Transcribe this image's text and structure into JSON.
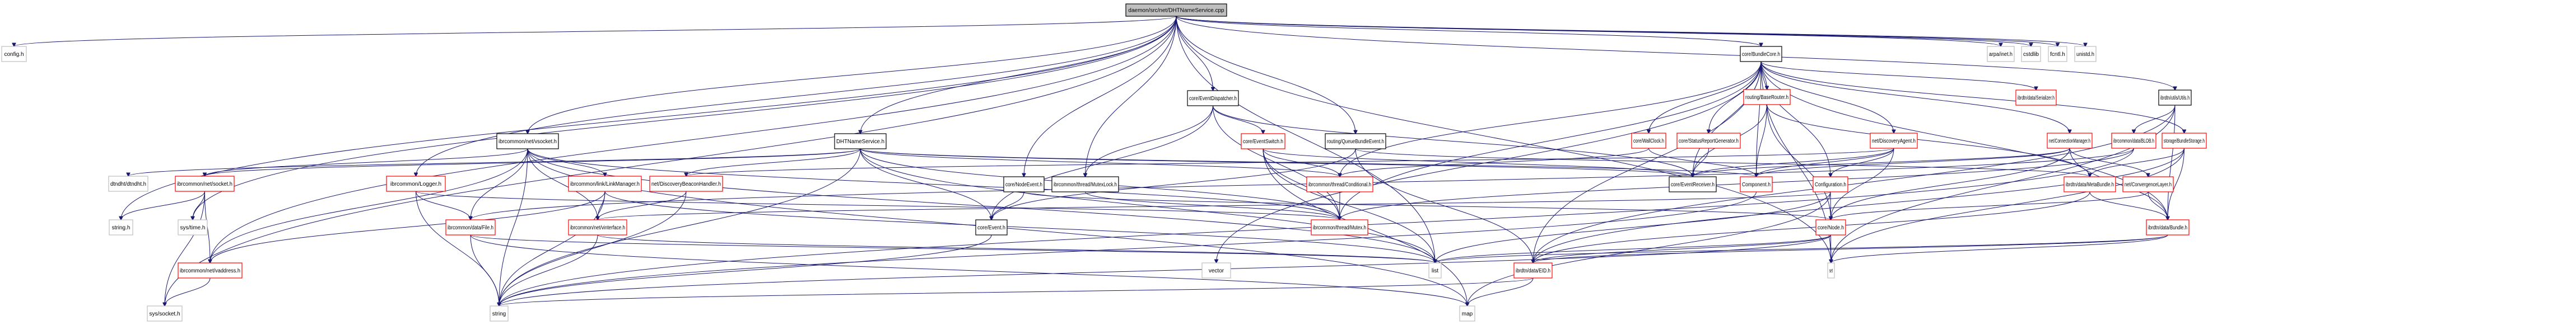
{
  "graph_title": "daemon/src/net/DHTNameService.cpp",
  "colors": {
    "edge": "#191970",
    "root_fill": "#bfbfbf",
    "documented_border": "#000000",
    "undocumented_border": "#ff0000",
    "external_border": "#bfbfbf"
  },
  "nodes": [
    {
      "id": "root",
      "label": "daemon/src/net/DHTNameService.cpp",
      "kind": "root"
    },
    {
      "id": "config",
      "label": "config.h",
      "kind": "external"
    },
    {
      "id": "dhtnsh",
      "label": "DHTNameService.h",
      "kind": "documented"
    },
    {
      "id": "vsocket",
      "label": "ibrcommon/net/vsocket.h",
      "kind": "documented"
    },
    {
      "id": "dtndht",
      "label": "dtndht/dtndht.h",
      "kind": "external"
    },
    {
      "id": "socket",
      "label": "ibrcommon/net/socket.h",
      "kind": "truncated"
    },
    {
      "id": "logger",
      "label": "ibrcommon/Logger.h",
      "kind": "truncated"
    },
    {
      "id": "linkmgr",
      "label": "ibrcommon/link/LinkManager.h",
      "kind": "truncated"
    },
    {
      "id": "dbh",
      "label": "net/DiscoveryBeaconHandler.h",
      "kind": "truncated"
    },
    {
      "id": "stringh",
      "label": "string.h",
      "kind": "external"
    },
    {
      "id": "systime",
      "label": "sys/time.h",
      "kind": "external"
    },
    {
      "id": "file",
      "label": "ibrcommon/data/File.h",
      "kind": "truncated"
    },
    {
      "id": "vinterface",
      "label": "ibrcommon/net/vinterface.h",
      "kind": "truncated"
    },
    {
      "id": "vaddress",
      "label": "ibrcommon/net/vaddress.h",
      "kind": "truncated"
    },
    {
      "id": "syssocket",
      "label": "sys/socket.h",
      "kind": "external"
    },
    {
      "id": "string",
      "label": "string",
      "kind": "external"
    },
    {
      "id": "evdisp",
      "label": "core/EventDispatcher.h",
      "kind": "documented"
    },
    {
      "id": "evswitch",
      "label": "core/EventSwitch.h",
      "kind": "truncated"
    },
    {
      "id": "qbe",
      "label": "routing/QueueBundleEvent.h",
      "kind": "documented"
    },
    {
      "id": "nodeevent",
      "label": "core/NodeEvent.h",
      "kind": "documented"
    },
    {
      "id": "mutexlock",
      "label": "ibrcommon/thread/MutexLock.h",
      "kind": "documented"
    },
    {
      "id": "conditional",
      "label": "ibrcommon/thread/Conditional.h",
      "kind": "truncated"
    },
    {
      "id": "event",
      "label": "core/Event.h",
      "kind": "documented"
    },
    {
      "id": "mutex",
      "label": "ibrcommon/thread/Mutex.h",
      "kind": "truncated"
    },
    {
      "id": "vector",
      "label": "vector",
      "kind": "external"
    },
    {
      "id": "list",
      "label": "list",
      "kind": "external"
    },
    {
      "id": "map",
      "label": "map",
      "kind": "external"
    },
    {
      "id": "eid",
      "label": "ibrdtn/data/EID.h",
      "kind": "truncated"
    },
    {
      "id": "bundlecore",
      "label": "core/BundleCore.h",
      "kind": "documented"
    },
    {
      "id": "arpa",
      "label": "arpa/inet.h",
      "kind": "external"
    },
    {
      "id": "cstdlib",
      "label": "cstdlib",
      "kind": "external"
    },
    {
      "id": "fcntl",
      "label": "fcntl.h",
      "kind": "external"
    },
    {
      "id": "unistd",
      "label": "unistd.h",
      "kind": "external"
    },
    {
      "id": "baserouter",
      "label": "routing/BaseRouter.h",
      "kind": "truncated"
    },
    {
      "id": "wallclock",
      "label": "core/WallClock.h",
      "kind": "truncated"
    },
    {
      "id": "srg",
      "label": "core/StatusReportGenerator.h",
      "kind": "truncated"
    },
    {
      "id": "discagent",
      "label": "net/DiscoveryAgent.h",
      "kind": "truncated"
    },
    {
      "id": "serializer",
      "label": "ibrdtn/data/Serializer.h",
      "kind": "truncated"
    },
    {
      "id": "connmgr",
      "label": "net/ConnectionManager.h",
      "kind": "truncated"
    },
    {
      "id": "utils",
      "label": "ibrdtn/utils/Utils.h",
      "kind": "documented"
    },
    {
      "id": "blob",
      "label": "ibrcommon/data/BLOB.h",
      "kind": "truncated"
    },
    {
      "id": "bstorage",
      "label": "storage/BundleStorage.h",
      "kind": "truncated"
    },
    {
      "id": "evreceiver",
      "label": "core/EventReceiver.h",
      "kind": "documented"
    },
    {
      "id": "component",
      "label": "Component.h",
      "kind": "truncated"
    },
    {
      "id": "configuration",
      "label": "Configuration.h",
      "kind": "truncated"
    },
    {
      "id": "metabundle",
      "label": "ibrdtn/data/MetaBundle.h",
      "kind": "truncated"
    },
    {
      "id": "convlayer",
      "label": "net/ConvergenceLayer.h",
      "kind": "truncated"
    },
    {
      "id": "corenode",
      "label": "core/Node.h",
      "kind": "truncated"
    },
    {
      "id": "bundle",
      "label": "ibrdtn/data/Bundle.h",
      "kind": "truncated"
    },
    {
      "id": "set",
      "label": "set",
      "kind": "external"
    }
  ],
  "edges": [
    [
      "root",
      "config"
    ],
    [
      "root",
      "dhtnsh"
    ],
    [
      "root",
      "vsocket"
    ],
    [
      "root",
      "logger"
    ],
    [
      "root",
      "evdisp"
    ],
    [
      "root",
      "qbe"
    ],
    [
      "root",
      "nodeevent"
    ],
    [
      "root",
      "mutexlock"
    ],
    [
      "root",
      "bundlecore"
    ],
    [
      "root",
      "syssocket"
    ],
    [
      "root",
      "stringh"
    ],
    [
      "root",
      "systime"
    ],
    [
      "root",
      "vaddress"
    ],
    [
      "root",
      "arpa"
    ],
    [
      "root",
      "cstdlib"
    ],
    [
      "root",
      "fcntl"
    ],
    [
      "root",
      "unistd"
    ],
    [
      "root",
      "utils"
    ],
    [
      "root",
      "set"
    ],
    [
      "root",
      "list"
    ],
    [
      "dhtnsh",
      "dtndht"
    ],
    [
      "dhtnsh",
      "socket"
    ],
    [
      "dhtnsh",
      "dbh"
    ],
    [
      "dhtnsh",
      "string"
    ],
    [
      "dhtnsh",
      "event"
    ],
    [
      "dhtnsh",
      "component"
    ],
    [
      "dhtnsh",
      "evreceiver"
    ],
    [
      "dhtnsh",
      "mutex"
    ],
    [
      "dhtnsh",
      "conditional"
    ],
    [
      "dhtnsh",
      "list"
    ],
    [
      "vsocket",
      "linkmgr"
    ],
    [
      "vsocket",
      "file"
    ],
    [
      "vsocket",
      "vinterface"
    ],
    [
      "vsocket",
      "string"
    ],
    [
      "vsocket",
      "mutex"
    ],
    [
      "vsocket",
      "list"
    ],
    [
      "vsocket",
      "map"
    ],
    [
      "vsocket",
      "vaddress"
    ],
    [
      "vsocket",
      "socket"
    ],
    [
      "socket",
      "stringh"
    ],
    [
      "socket",
      "systime"
    ],
    [
      "socket",
      "vaddress"
    ],
    [
      "socket",
      "syssocket"
    ],
    [
      "logger",
      "file"
    ],
    [
      "logger",
      "mutex"
    ],
    [
      "logger",
      "string"
    ],
    [
      "linkmgr",
      "vinterface"
    ],
    [
      "linkmgr",
      "vaddress"
    ],
    [
      "linkmgr",
      "string"
    ],
    [
      "linkmgr",
      "list"
    ],
    [
      "dbh",
      "vinterface"
    ],
    [
      "dbh",
      "string"
    ],
    [
      "file",
      "string"
    ],
    [
      "file",
      "list"
    ],
    [
      "file",
      "map"
    ],
    [
      "vinterface",
      "string"
    ],
    [
      "vinterface",
      "list"
    ],
    [
      "vaddress",
      "syssocket"
    ],
    [
      "evdisp",
      "evswitch"
    ],
    [
      "evdisp",
      "event"
    ],
    [
      "evdisp",
      "evreceiver"
    ],
    [
      "evdisp",
      "mutex"
    ],
    [
      "evdisp",
      "mutexlock"
    ],
    [
      "evswitch",
      "conditional"
    ],
    [
      "evswitch",
      "mutex"
    ],
    [
      "evswitch",
      "list"
    ],
    [
      "evswitch",
      "map"
    ],
    [
      "evswitch",
      "evreceiver"
    ],
    [
      "qbe",
      "event"
    ],
    [
      "qbe",
      "eid"
    ],
    [
      "qbe",
      "metabundle"
    ],
    [
      "nodeevent",
      "event"
    ],
    [
      "nodeevent",
      "corenode"
    ],
    [
      "mutexlock",
      "mutex"
    ],
    [
      "conditional",
      "mutex"
    ],
    [
      "event",
      "string"
    ],
    [
      "eid",
      "map"
    ],
    [
      "eid",
      "string"
    ],
    [
      "bundlecore",
      "baserouter"
    ],
    [
      "bundlecore",
      "wallclock"
    ],
    [
      "bundlecore",
      "srg"
    ],
    [
      "bundlecore",
      "discagent"
    ],
    [
      "bundlecore",
      "serializer"
    ],
    [
      "bundlecore",
      "connmgr"
    ],
    [
      "bundlecore",
      "bstorage"
    ],
    [
      "bundlecore",
      "evreceiver"
    ],
    [
      "bundlecore",
      "component"
    ],
    [
      "bundlecore",
      "configuration"
    ],
    [
      "bundlecore",
      "eid"
    ],
    [
      "bundlecore",
      "set"
    ],
    [
      "bundlecore",
      "vector"
    ],
    [
      "bundlecore",
      "mutex"
    ],
    [
      "bundlecore",
      "conditional"
    ],
    [
      "bundlecore",
      "bundle"
    ],
    [
      "baserouter",
      "evreceiver"
    ],
    [
      "baserouter",
      "component"
    ],
    [
      "baserouter",
      "metabundle"
    ],
    [
      "baserouter",
      "corenode"
    ],
    [
      "wallclock",
      "component"
    ],
    [
      "wallclock",
      "conditional"
    ],
    [
      "srg",
      "evreceiver"
    ],
    [
      "discagent",
      "component"
    ],
    [
      "discagent",
      "configuration"
    ],
    [
      "discagent",
      "corenode"
    ],
    [
      "discagent",
      "dbh"
    ],
    [
      "discagent",
      "evreceiver"
    ],
    [
      "connmgr",
      "convlayer"
    ],
    [
      "connmgr",
      "corenode"
    ],
    [
      "connmgr",
      "evreceiver"
    ],
    [
      "connmgr",
      "component"
    ],
    [
      "connmgr",
      "bundle"
    ],
    [
      "utils",
      "blob"
    ],
    [
      "utils",
      "bundle"
    ],
    [
      "utils",
      "set"
    ],
    [
      "utils",
      "eid"
    ],
    [
      "blob",
      "file"
    ],
    [
      "blob",
      "mutex"
    ],
    [
      "blob",
      "string"
    ],
    [
      "bstorage",
      "bundle"
    ],
    [
      "bstorage",
      "metabundle"
    ],
    [
      "bstorage",
      "set"
    ],
    [
      "bstorage",
      "eid"
    ],
    [
      "configuration",
      "corenode"
    ],
    [
      "configuration",
      "list"
    ],
    [
      "configuration",
      "map"
    ],
    [
      "configuration",
      "vinterface"
    ],
    [
      "metabundle",
      "bundle"
    ],
    [
      "metabundle",
      "eid"
    ],
    [
      "convlayer",
      "corenode"
    ],
    [
      "convlayer",
      "bundle"
    ],
    [
      "corenode",
      "eid"
    ],
    [
      "corenode",
      "list"
    ],
    [
      "corenode",
      "set"
    ],
    [
      "corenode",
      "string"
    ],
    [
      "bundle",
      "eid"
    ],
    [
      "bundle",
      "list"
    ],
    [
      "bundle",
      "set"
    ],
    [
      "component",
      "string"
    ]
  ]
}
